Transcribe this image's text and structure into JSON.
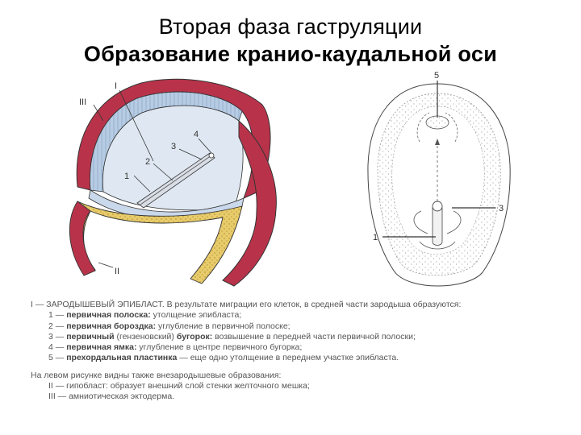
{
  "slide": {
    "title_line1": "Вторая фаза гаструляции",
    "title_line2": "Образование кранио-каудальной оси"
  },
  "left_figure": {
    "labels": {
      "I": "I",
      "II": "II",
      "III": "III",
      "n1": "1",
      "n2": "2",
      "n3": "3",
      "n4": "4"
    },
    "colors": {
      "amnion": "#b8334a",
      "epiblast": "#a9c3de",
      "yolk": "#e6c860",
      "outline": "#333333"
    }
  },
  "right_figure": {
    "labels": {
      "n1": "1",
      "n3": "3",
      "n5": "5"
    }
  },
  "legend": {
    "intro_head": "I — ЗАРОДЫШЕВЫЙ ЭПИБЛАСТ.",
    "intro_tail": " В результате миграции его клеток, в средней части зародыша образуются:",
    "items": [
      {
        "prefix": "1 — ",
        "term": "первичная полоска:",
        "desc": " утолщение эпибласта;"
      },
      {
        "prefix": "2 — ",
        "term": "первичная бороздка:",
        "desc": " углубление в первичной полоске;"
      },
      {
        "prefix": "3 — ",
        "term": "первичный",
        "mid": " (гензеновский) ",
        "term2": "бугорок:",
        "desc": " возвышение в передней части первичной полоски;"
      },
      {
        "prefix": "4 — ",
        "term": "первичная ямка:",
        "desc": " углубление в центре первичного бугорка;"
      },
      {
        "prefix": "5 — ",
        "term": "прехордальная пластинка",
        "desc": " — еще одно утолщение в переднем участке эпибласта."
      }
    ],
    "extra_head": "На левом рисунке видны также внезародышевые образования:",
    "extra_items": [
      "II — гипобласт: образует внешний слой стенки желточного мешка;",
      "III — амниотическая эктодерма."
    ]
  }
}
